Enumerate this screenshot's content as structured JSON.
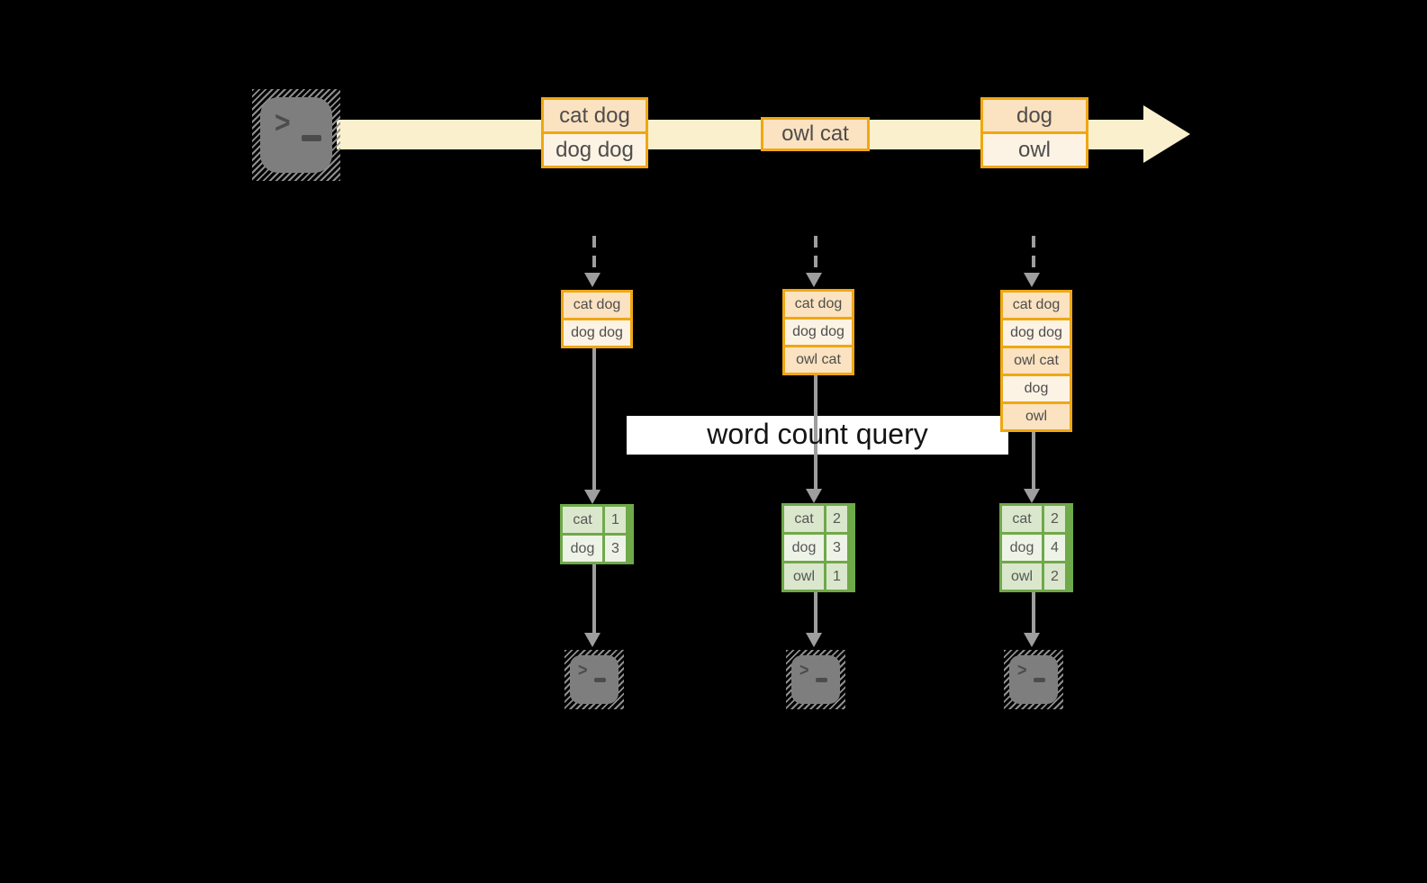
{
  "colors": {
    "background": "#000000",
    "stream_band": "#faf0cd",
    "event_border": "#efa712",
    "event_fill_peach": "#fbe2c0",
    "event_fill_cream": "#fdf3e4",
    "table_border": "#6fa94a",
    "table_row_green": "#dbe7cc",
    "table_row_light": "#eef3e7",
    "arrow_gray": "#9e9e9e",
    "terminal_gray": "#7e7e7e",
    "query_box_bg": "#ffffff",
    "query_text": "#141414"
  },
  "icons": {
    "source": "terminal-icon",
    "sinks": [
      "terminal-icon",
      "terminal-icon",
      "terminal-icon"
    ],
    "prompt_glyph": ">"
  },
  "stream": {
    "events": [
      {
        "lines": [
          "cat dog",
          "dog dog"
        ]
      },
      {
        "lines": [
          "owl cat"
        ]
      },
      {
        "lines": [
          "dog",
          "owl"
        ]
      }
    ]
  },
  "query": {
    "label": "word count query"
  },
  "columns": [
    {
      "batch": [
        "cat dog",
        "dog dog"
      ],
      "counts": [
        {
          "word": "cat",
          "count": "1"
        },
        {
          "word": "dog",
          "count": "3"
        }
      ]
    },
    {
      "batch": [
        "cat dog",
        "dog dog",
        "owl cat"
      ],
      "counts": [
        {
          "word": "cat",
          "count": "2"
        },
        {
          "word": "dog",
          "count": "3"
        },
        {
          "word": "owl",
          "count": "1"
        }
      ]
    },
    {
      "batch": [
        "cat dog",
        "dog dog",
        "owl cat",
        "dog",
        "owl"
      ],
      "counts": [
        {
          "word": "cat",
          "count": "2"
        },
        {
          "word": "dog",
          "count": "4"
        },
        {
          "word": "owl",
          "count": "2"
        }
      ]
    }
  ]
}
